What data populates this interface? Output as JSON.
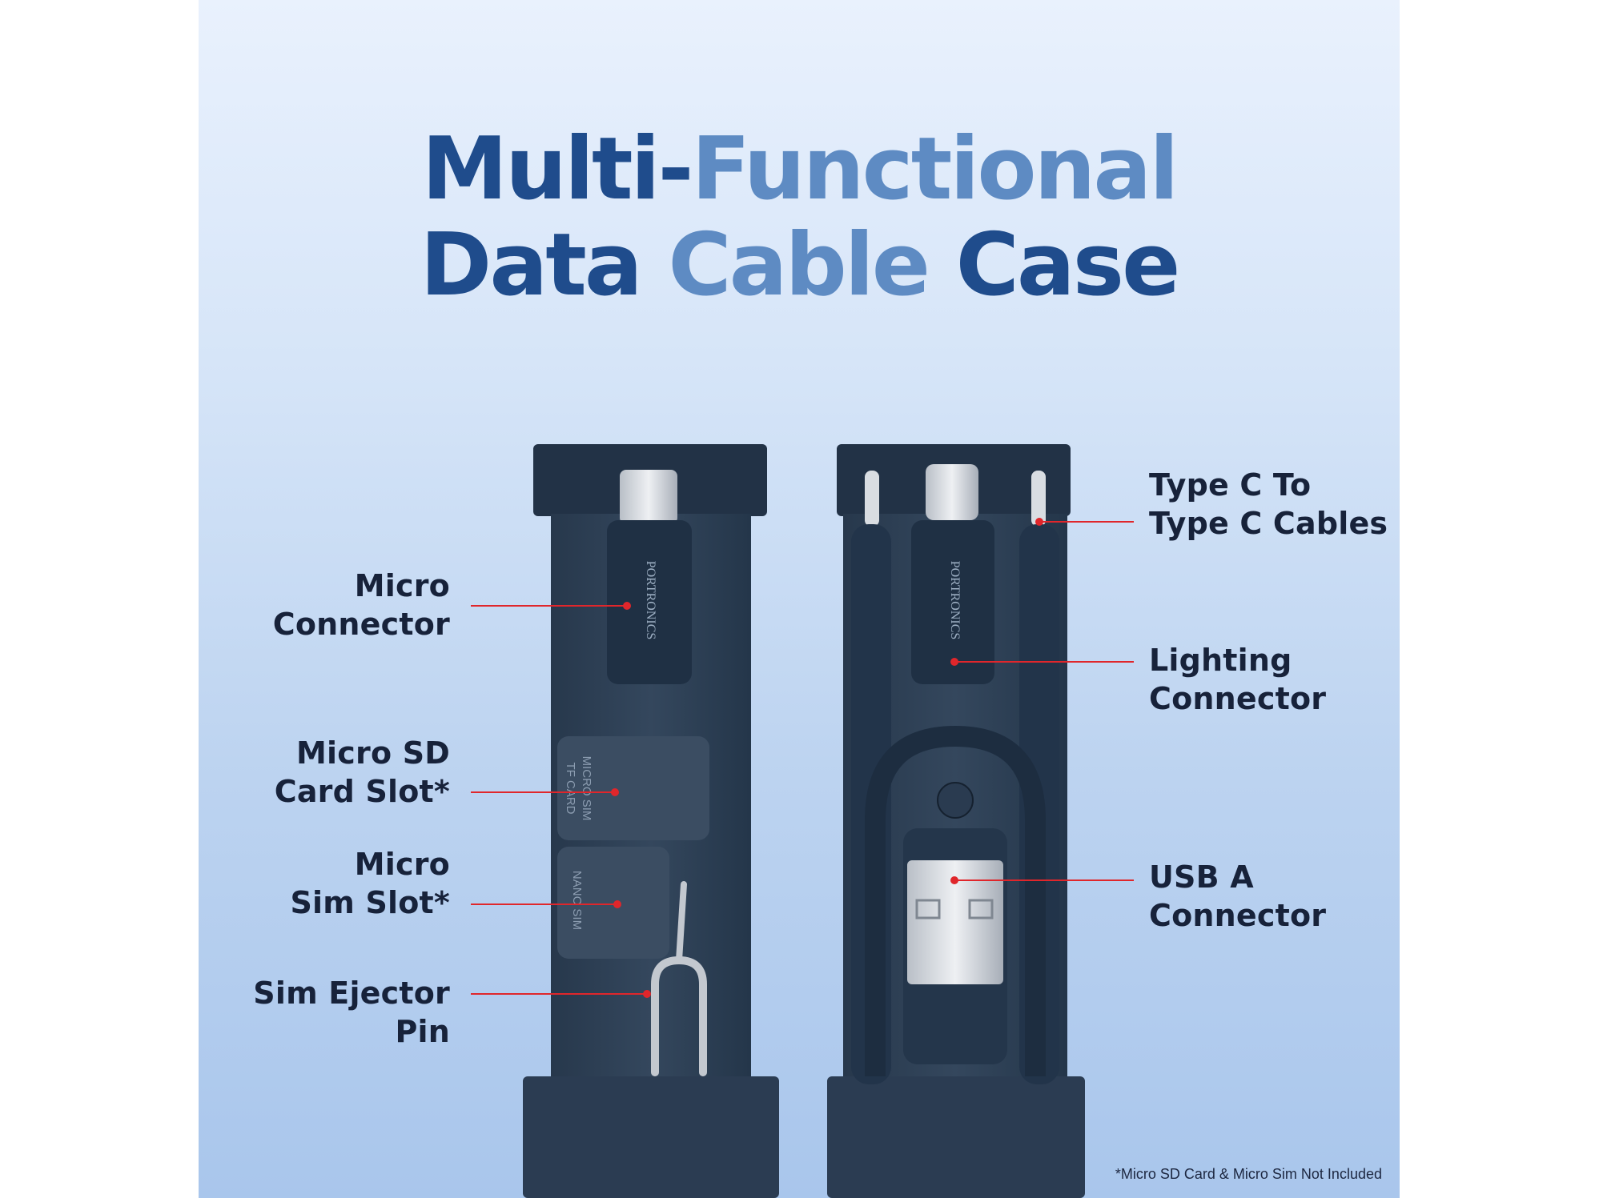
{
  "title": {
    "line1": [
      "Multi-",
      "Functional"
    ],
    "line2": [
      "Data ",
      "Cable ",
      "Case"
    ]
  },
  "labels_left": [
    {
      "line1": "Micro",
      "line2": "Connector"
    },
    {
      "line1": "Micro SD",
      "line2": "Card Slot*"
    },
    {
      "line1": "Micro",
      "line2": "Sim Slot*"
    },
    {
      "line1": "Sim Ejector",
      "line2": "Pin"
    }
  ],
  "labels_right": [
    {
      "line1": "Type C To",
      "line2": "Type C Cables"
    },
    {
      "line1": "Lighting",
      "line2": "Connector"
    },
    {
      "line1": "USB A",
      "line2": "Connector"
    }
  ],
  "product_text": {
    "brand": "PORTRONICS",
    "slot_sd": [
      "MICRO SIM",
      "TF CARD"
    ],
    "slot_nano": "NANO SIM"
  },
  "footnote": "*Micro SD Card & Micro Sim Not Included",
  "colors": {
    "title_dark": "#1f4c8c",
    "title_light": "#5e8bc3",
    "case_body": "#2f4156",
    "callout_line": "#e0262b"
  }
}
